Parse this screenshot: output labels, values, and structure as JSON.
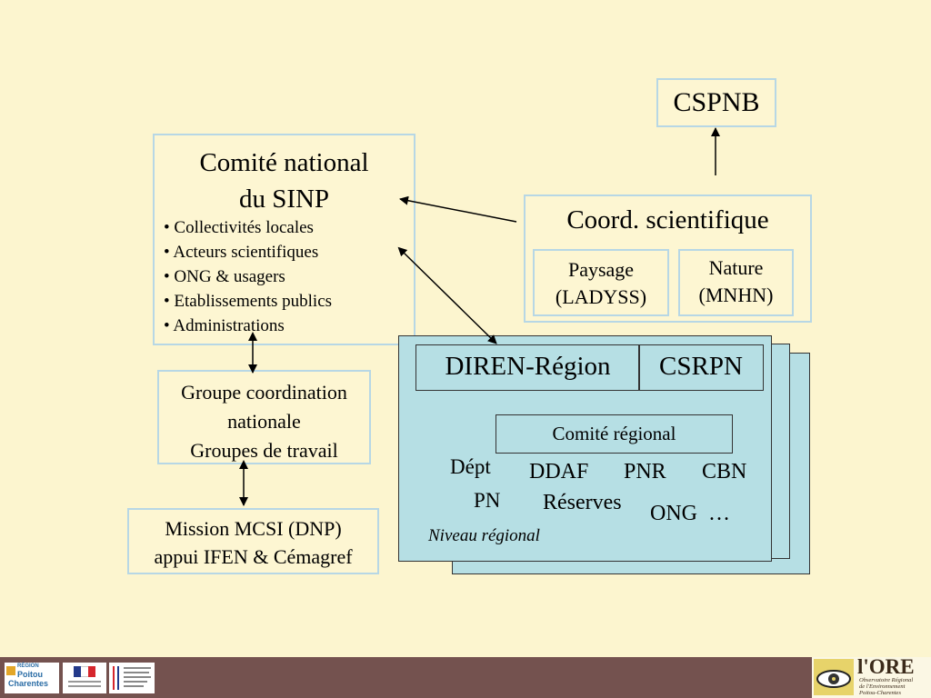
{
  "cspnb": "CSPNB",
  "comite_national": {
    "title_line1": "Comité national",
    "title_line2": "du SINP",
    "items": [
      "Collectivités locales",
      "Acteurs scientifiques",
      "ONG & usagers",
      "Etablissements publics",
      "Administrations"
    ]
  },
  "coord": {
    "title": "Coord. scientifique",
    "paysage_line1": "Paysage",
    "paysage_line2": "(LADYSS)",
    "nature_line1": "Nature",
    "nature_line2": "(MNHN)"
  },
  "groupe": {
    "line1": "Groupe coordination",
    "line2": "nationale",
    "line3": "Groupes de travail"
  },
  "mission": {
    "line1": "Mission MCSI (DNP)",
    "line2": "appui IFEN & Cémagref"
  },
  "regional": {
    "diren": "DIREN-Région",
    "csrpn": "CSRPN",
    "comite_regional": "Comité régional",
    "dept": "Dépt",
    "pn": "PN",
    "ddaf": "DDAF",
    "pnr": "PNR",
    "cbn": "CBN",
    "reserves": "Réserves",
    "ong": "ONG  …",
    "niveau": "Niveau régional"
  },
  "footer": {
    "region_logo_line1": "RÉGION",
    "region_logo_line2": "Poitou",
    "region_logo_line3": "Charentes",
    "ore_logo": "l'ORE",
    "ore_line1": "Observatoire Régional",
    "ore_line2": "de l'Environnement",
    "ore_line3": "Poitou-Charentes"
  },
  "colors": {
    "background": "#fcf5cf",
    "box_border": "#b7d7e5",
    "regional_fill": "#b6dfe4",
    "footer": "#74524f"
  }
}
